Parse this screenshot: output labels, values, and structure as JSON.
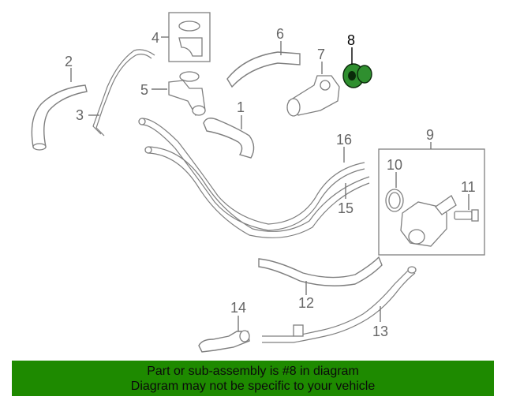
{
  "callouts": [
    {
      "id": "1",
      "text": "1",
      "highlight": false
    },
    {
      "id": "2",
      "text": "2",
      "highlight": false
    },
    {
      "id": "3",
      "text": "3",
      "highlight": false
    },
    {
      "id": "4",
      "text": "4",
      "highlight": false
    },
    {
      "id": "5",
      "text": "5",
      "highlight": false
    },
    {
      "id": "6",
      "text": "6",
      "highlight": false
    },
    {
      "id": "7",
      "text": "7",
      "highlight": false
    },
    {
      "id": "8",
      "text": "8",
      "highlight": true
    },
    {
      "id": "9",
      "text": "9",
      "highlight": false
    },
    {
      "id": "10",
      "text": "10",
      "highlight": false
    },
    {
      "id": "11",
      "text": "11",
      "highlight": false
    },
    {
      "id": "12",
      "text": "12",
      "highlight": false
    },
    {
      "id": "13",
      "text": "13",
      "highlight": false
    },
    {
      "id": "14",
      "text": "14",
      "highlight": false
    },
    {
      "id": "15",
      "text": "15",
      "highlight": false
    },
    {
      "id": "16",
      "text": "16",
      "highlight": false
    }
  ],
  "banner": {
    "line1": "Part or sub-assembly is #8 in diagram",
    "line2": "Diagram may not be specific to your vehicle",
    "color": "#1e8a00"
  },
  "highlight_color": "#2f8f2f"
}
